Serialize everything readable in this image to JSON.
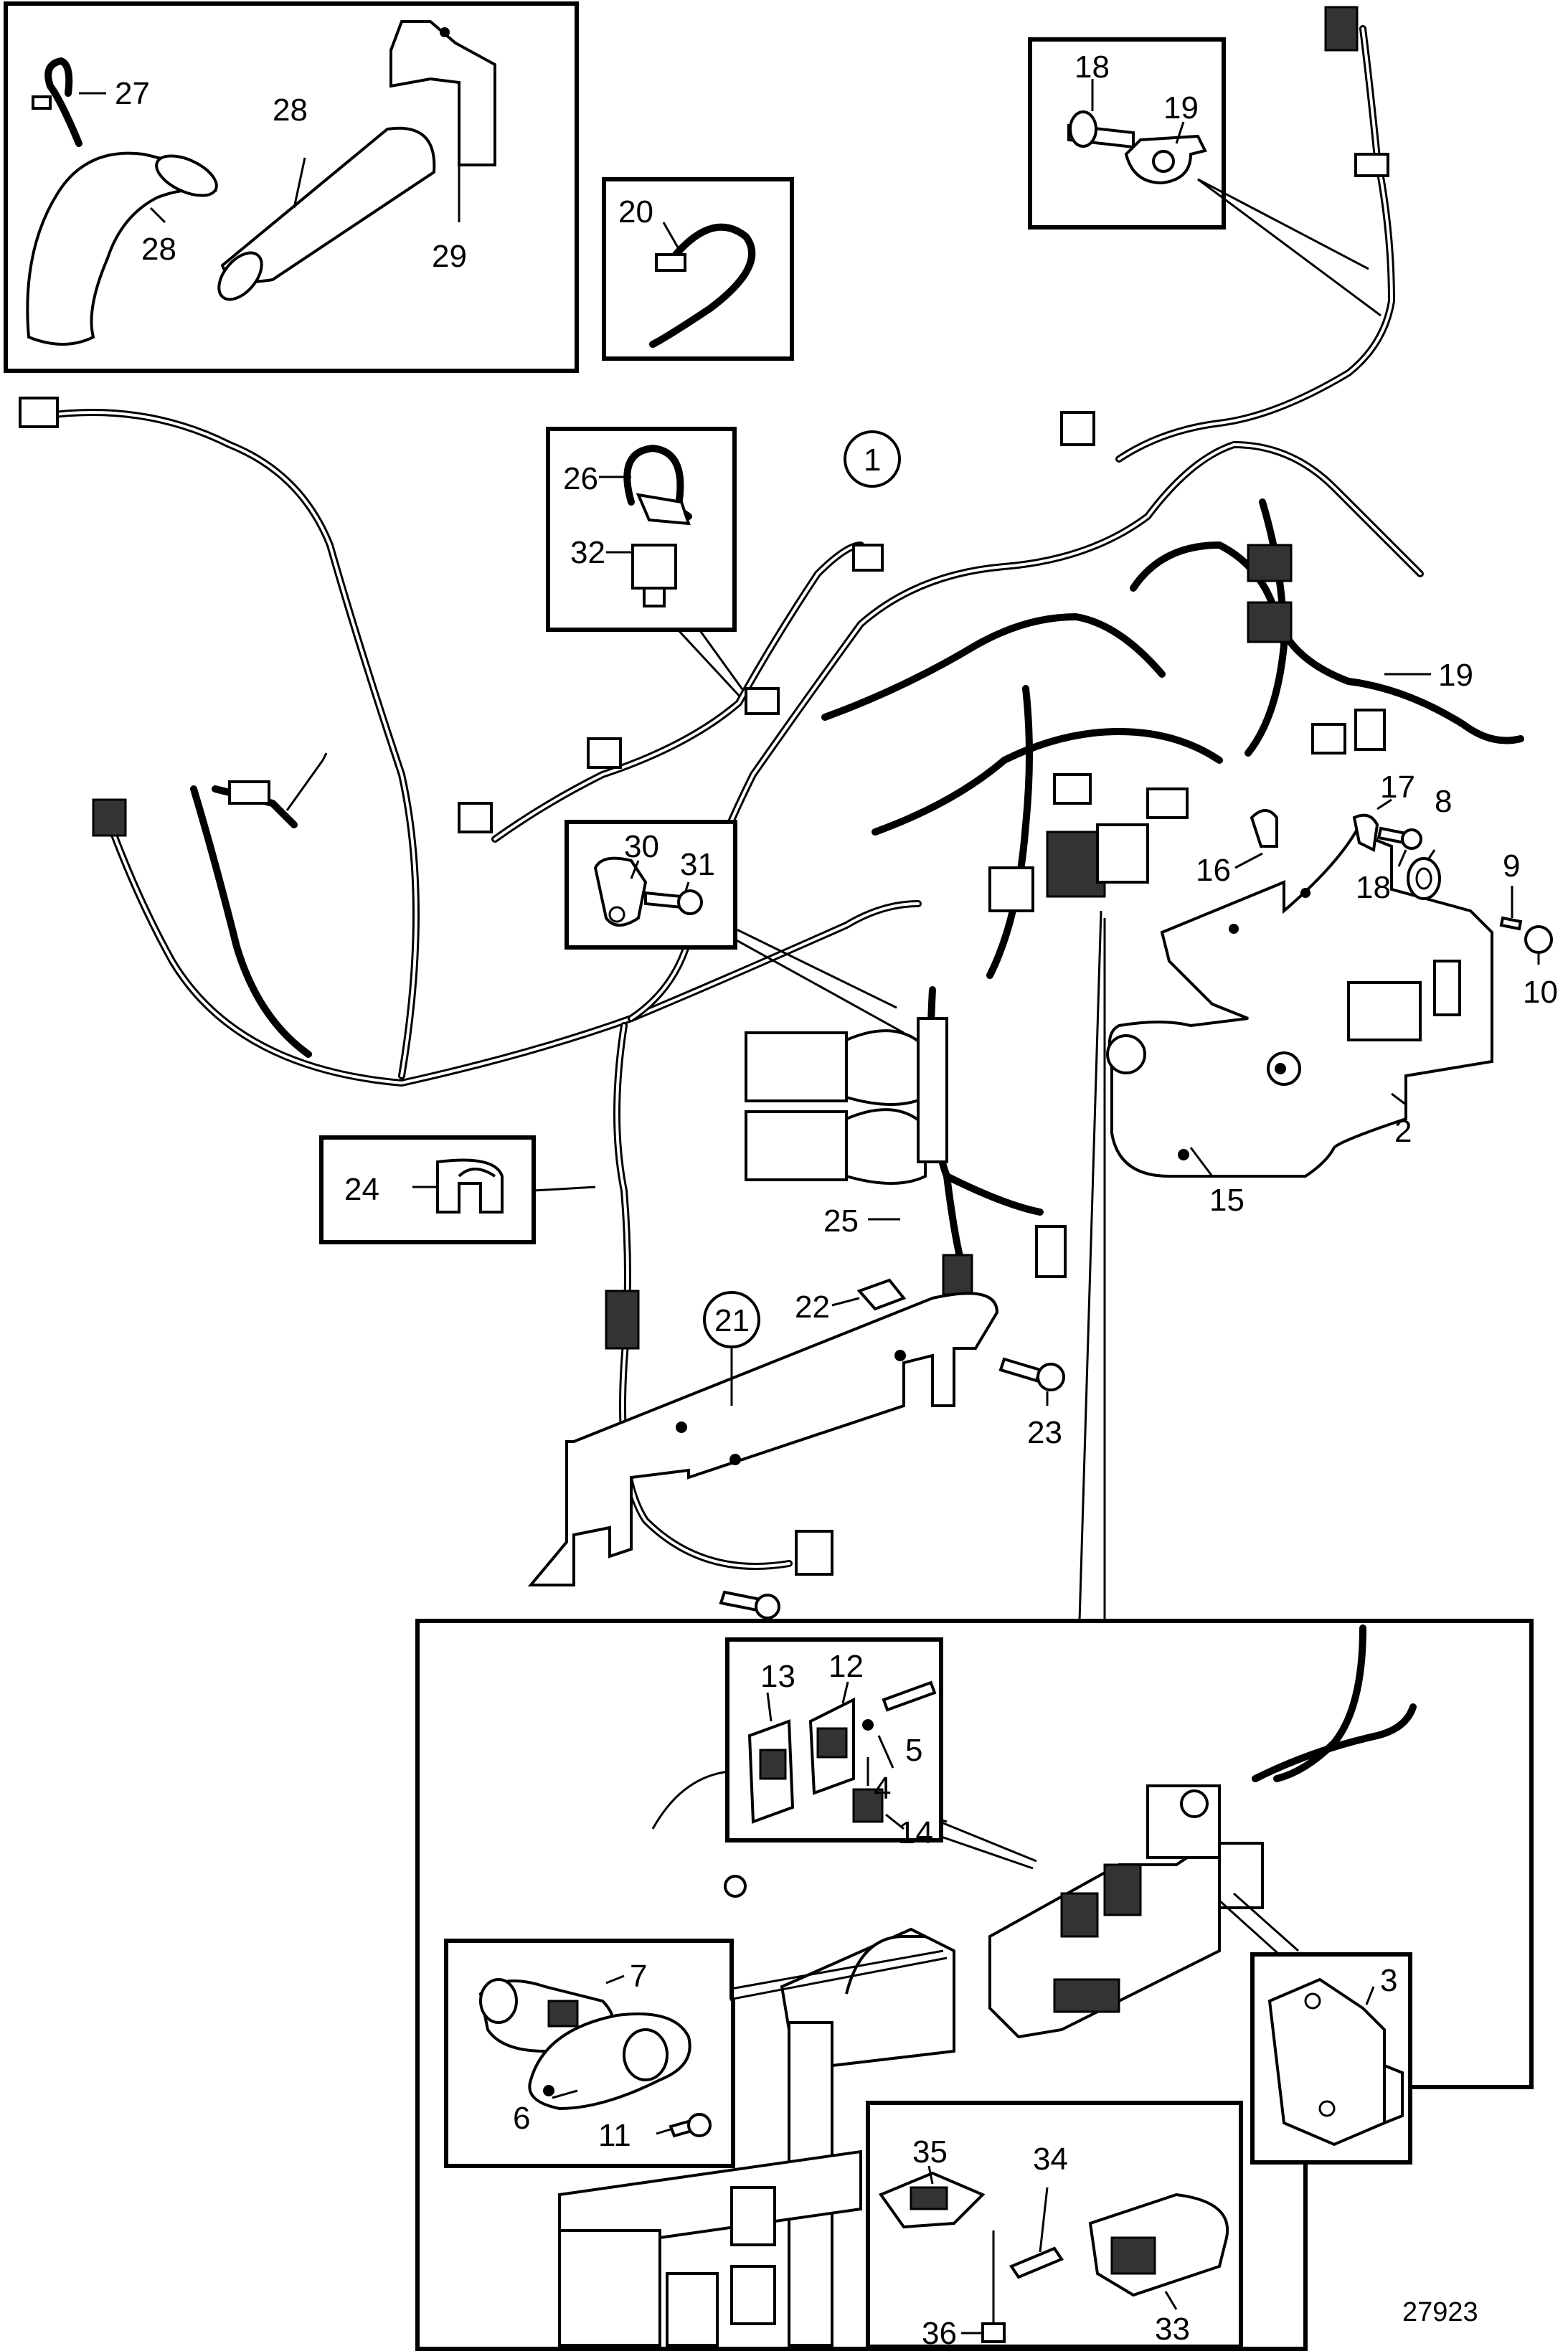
{
  "figure_number": "27923",
  "main_assembly_label": "1",
  "bracket_callout": "21",
  "labels": {
    "l2": "2",
    "l3": "3",
    "l4": "4",
    "l5": "5",
    "l6": "6",
    "l7": "7",
    "l8": "8",
    "l9": "9",
    "l10": "10",
    "l11": "11",
    "l12": "12",
    "l13": "13",
    "l14": "14",
    "l15": "15",
    "l16": "16",
    "l17": "17",
    "l18a": "18",
    "l18b": "18",
    "l19a": "19",
    "l19b": "19",
    "l20": "20",
    "l22": "22",
    "l23": "23",
    "l24": "24",
    "l25": "25",
    "l26": "26",
    "l27": "27",
    "l28a": "28",
    "l28b": "28",
    "l29": "29",
    "l30": "30",
    "l31": "31",
    "l32": "32",
    "l33": "33",
    "l34": "34",
    "l35": "35",
    "l36": "36"
  }
}
